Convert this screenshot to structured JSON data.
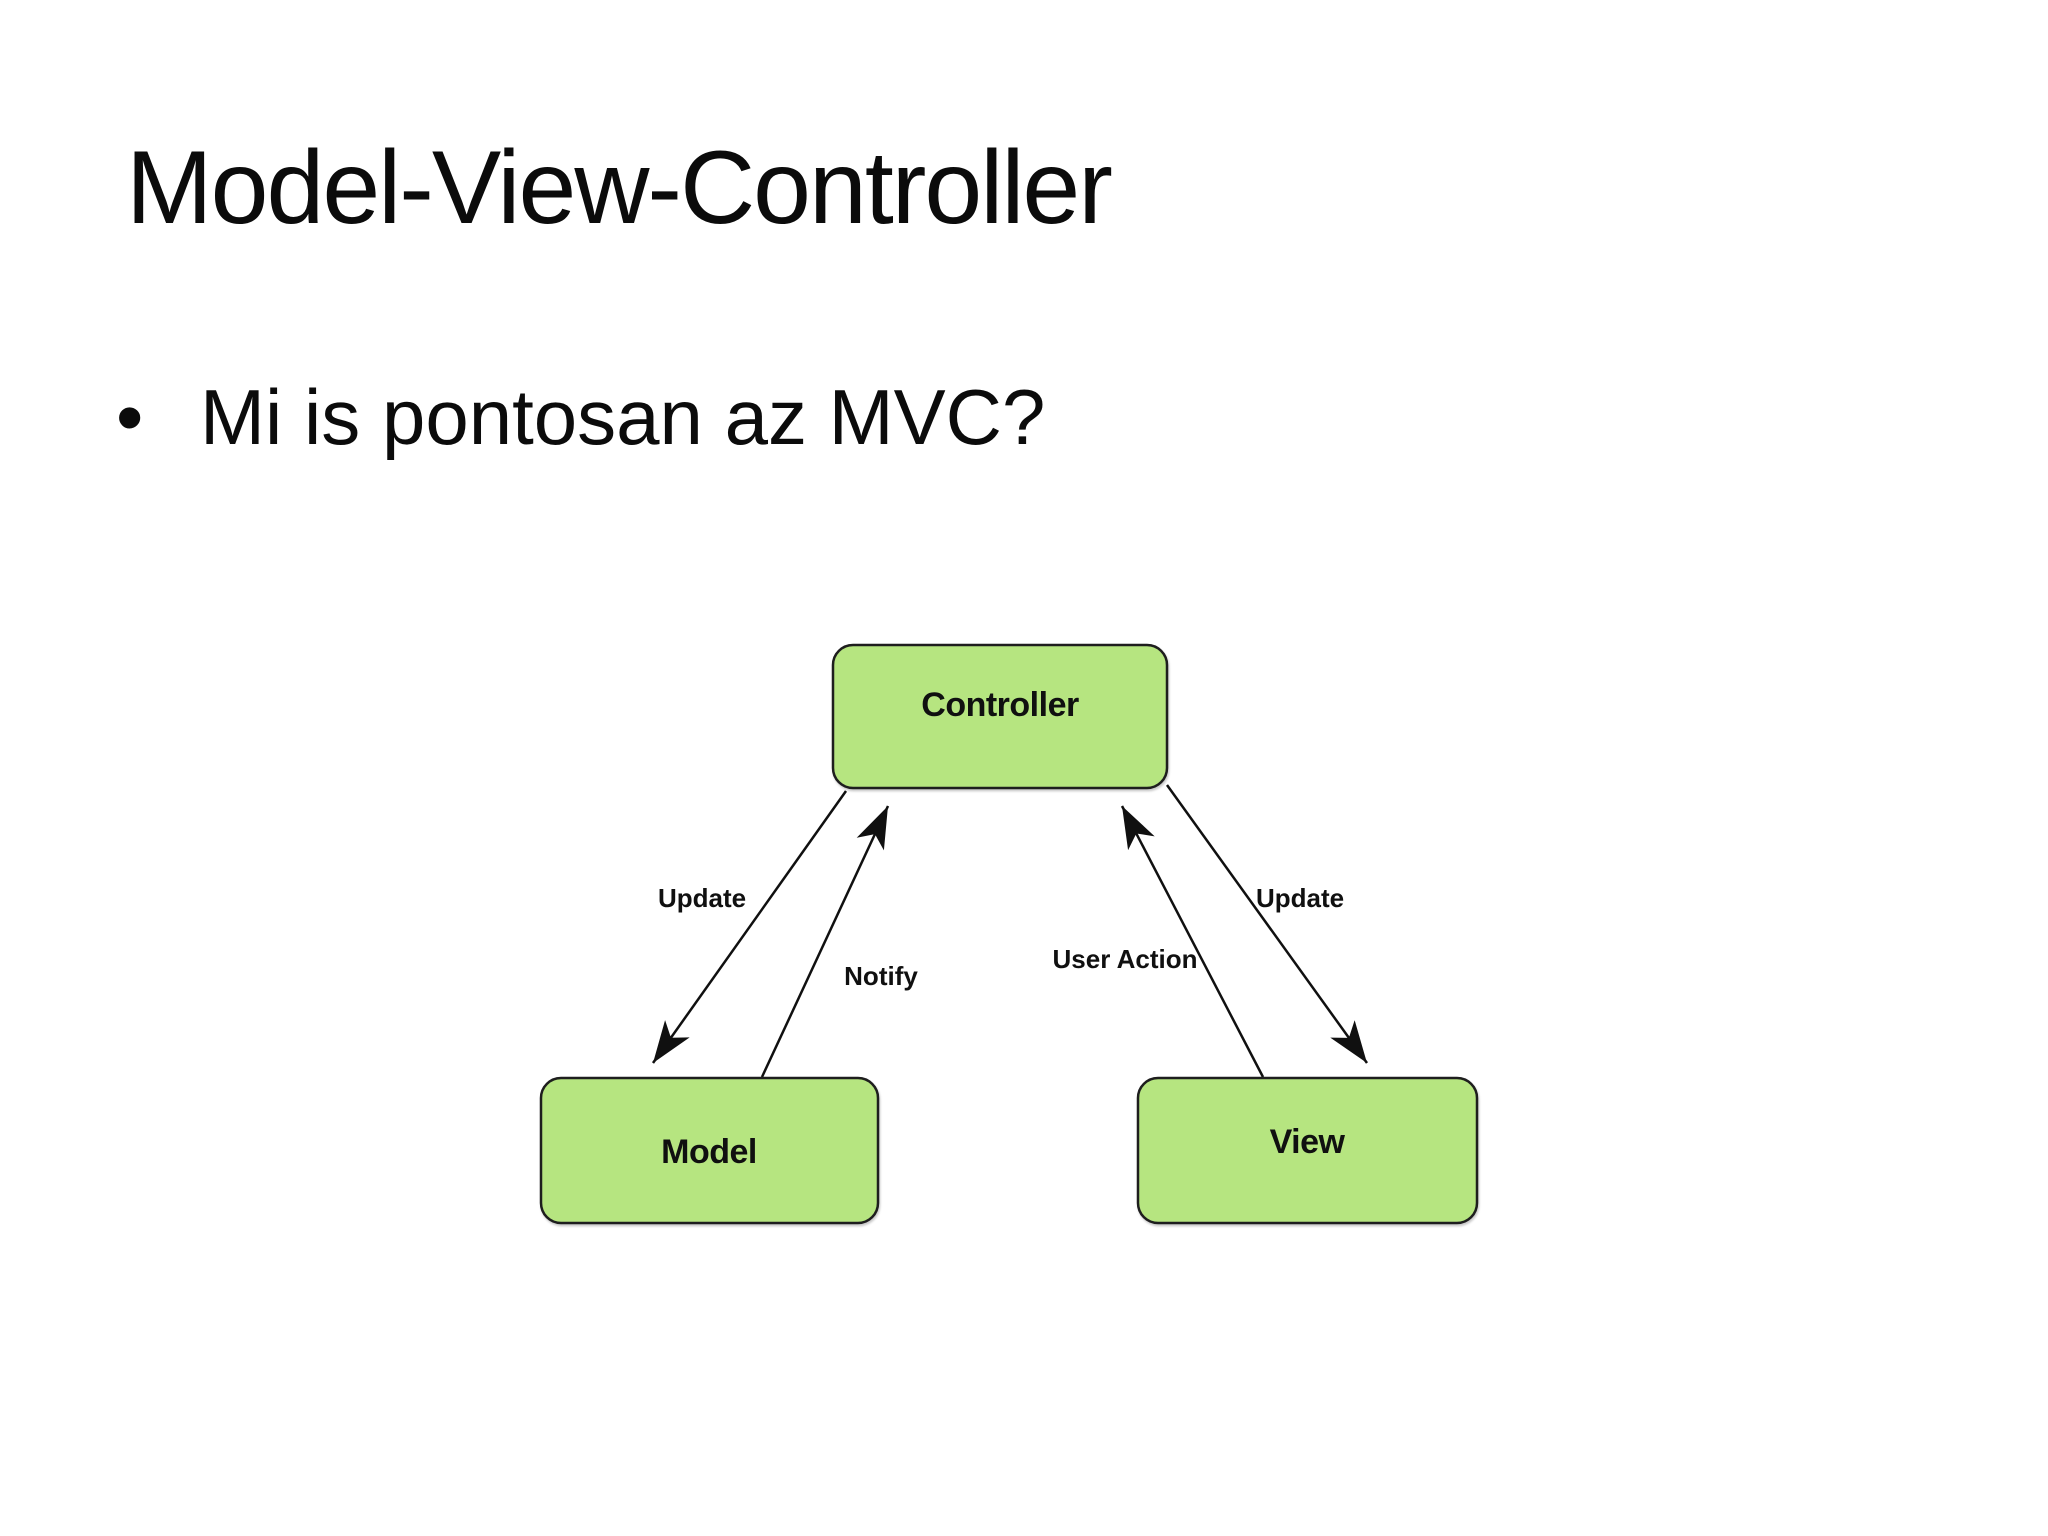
{
  "slide": {
    "title": "Model-View-Controller",
    "bullet_glyph": "•",
    "bullet": "Mi is pontosan az MVC?"
  },
  "diagram": {
    "nodes": [
      {
        "id": "controller",
        "label": "Controller"
      },
      {
        "id": "model",
        "label": "Model"
      },
      {
        "id": "view",
        "label": "View"
      }
    ],
    "edges": [
      {
        "from": "controller",
        "to": "model",
        "label": "Update"
      },
      {
        "from": "model",
        "to": "controller",
        "label": "Notify"
      },
      {
        "from": "view",
        "to": "controller",
        "label": "User Action"
      },
      {
        "from": "controller",
        "to": "view",
        "label": "Update"
      }
    ],
    "colors": {
      "node_fill": "#b6e580",
      "node_border": "#1e1e1e",
      "arrow": "#101010"
    }
  }
}
